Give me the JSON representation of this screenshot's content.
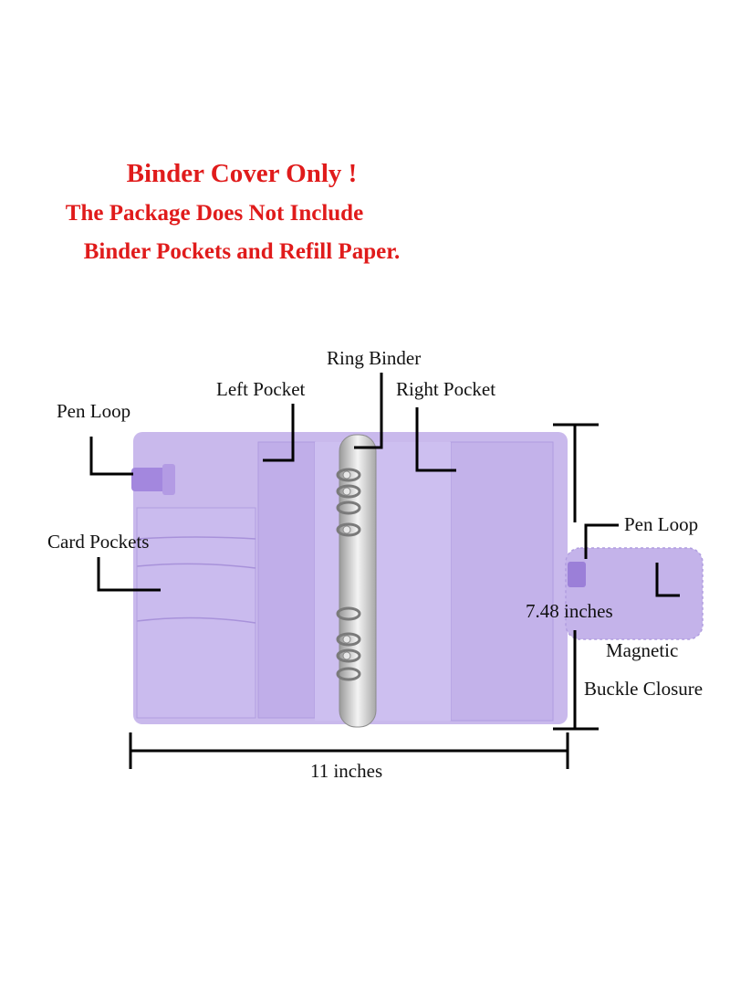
{
  "headline": {
    "line1": "Binder Cover Only !",
    "line2": "The Package Does Not Include",
    "line3": "Binder Pockets and Refill Paper."
  },
  "labels": {
    "ring_binder": "Ring Binder",
    "left_pocket": "Left Pocket",
    "right_pocket": "Right Pocket",
    "pen_loop_left": "Pen Loop",
    "pen_loop_right": "Pen Loop",
    "card_pockets": "Card Pockets",
    "height": "7.48 inches",
    "width": "11 inches",
    "magnetic": "Magnetic",
    "buckle_closure": "Buckle Closure"
  },
  "colors": {
    "headline": "#e01b1b",
    "binder": "#c9b9ec",
    "binder_dark": "#b8a4e4",
    "loop": "#9b7fd8",
    "rings": "#c8c8c8"
  }
}
